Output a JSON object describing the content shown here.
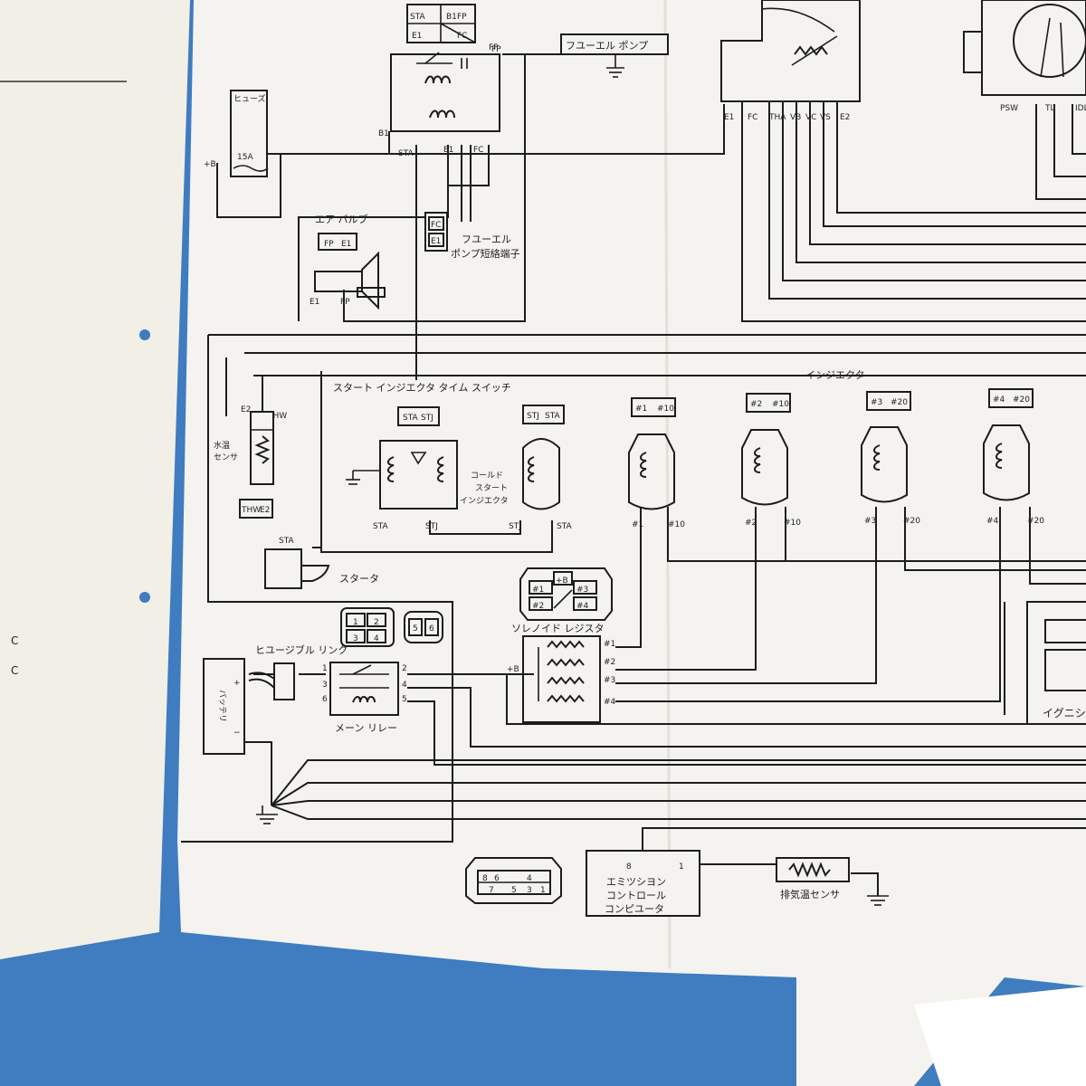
{
  "diagram": {
    "fuse": {
      "label": "ヒューズ",
      "rating": "15A",
      "terminal": "+B"
    },
    "fuel_pump": {
      "label": "フユーエル ポンプ",
      "terminal": "FP"
    },
    "circuit_open_relay": {
      "pins": [
        "STA",
        "B1",
        "FP",
        "E1",
        "FC"
      ],
      "left_pin": "B1",
      "right_pin": "FP",
      "bottom_pins": [
        "STA",
        "E1",
        "FC"
      ]
    },
    "fuel_pump_short": {
      "label_line1": "フユーエル",
      "label_line2": "ポンプ短絡端子",
      "pins": [
        "FC",
        "E1"
      ]
    },
    "air_valve": {
      "label": "エア バルブ",
      "pins": [
        "FP",
        "E1"
      ],
      "terminals": [
        "E1",
        "FP"
      ]
    },
    "air_flow_meter": {
      "terminals": [
        "E1",
        "FC",
        "THA",
        "VB",
        "VC",
        "VS",
        "E2"
      ]
    },
    "throttle_switch": {
      "terminals": [
        "PSW",
        "TL",
        "IDL"
      ]
    },
    "water_temp_sensor": {
      "label_line1": "水温",
      "label_line2": "センサ",
      "terminals": [
        "E2",
        "THW"
      ],
      "connector": [
        "THW",
        "E2"
      ]
    },
    "start_injector_time_switch": {
      "label": "スタート インジエクタ タイム スイッチ",
      "connector": [
        "STA",
        "STJ"
      ],
      "terminals": [
        "STA",
        "STJ"
      ]
    },
    "cold_start_injector": {
      "label_line1": "コールド",
      "label_line2": "スタート",
      "label_line3": "インジエクタ",
      "connector": [
        "STJ",
        "STA"
      ],
      "terminals": [
        "STJ",
        "STA"
      ]
    },
    "injectors": {
      "label": "インジエクタ",
      "items": [
        {
          "connector": [
            "#1",
            "#10"
          ],
          "terminals": [
            "#1",
            "#10"
          ]
        },
        {
          "connector": [
            "#2",
            "#10"
          ],
          "terminals": [
            "#2",
            "#10"
          ]
        },
        {
          "connector": [
            "#3",
            "#20"
          ],
          "terminals": [
            "#3",
            "#20"
          ]
        },
        {
          "connector": [
            "#4",
            "#20"
          ],
          "terminals": [
            "#4",
            "#20"
          ]
        }
      ]
    },
    "starter": {
      "label": "スタータ",
      "terminal": "STA"
    },
    "fusible_link": {
      "label": "ヒユージブル リンク"
    },
    "relay_connector": {
      "pins": [
        "1",
        "2",
        "3",
        "4"
      ]
    },
    "relay_connector_b": {
      "pins": [
        "5",
        "6"
      ]
    },
    "main_relay": {
      "label": "メーン リレー",
      "left_pins": [
        "1",
        "3",
        "6"
      ],
      "right_pins": [
        "2",
        "4",
        "5"
      ]
    },
    "battery": {
      "label": "バッテリ",
      "plus": "+",
      "minus": "−"
    },
    "solenoid_resistor": {
      "label": "ソレノイド レジスタ",
      "connector": [
        "#1",
        "+B",
        "#3",
        "#2",
        "#4"
      ],
      "input": "+B",
      "outputs": [
        "#1",
        "#2",
        "#3",
        "#4"
      ]
    },
    "ignition": {
      "label": "イグニシ"
    },
    "emission_computer": {
      "label_line1": "エミツシヨン",
      "label_line2": "コントロール",
      "label_line3": "コンピユータ",
      "pins": [
        "8",
        "1"
      ]
    },
    "exhaust_temp_sensor": {
      "label": "排気温センサ"
    },
    "bottom_connector": {
      "pins": [
        "8",
        "6",
        "4",
        "7",
        "5",
        "3",
        "1"
      ]
    }
  },
  "left_page": {
    "margin_marks": [
      "C",
      "C"
    ]
  }
}
